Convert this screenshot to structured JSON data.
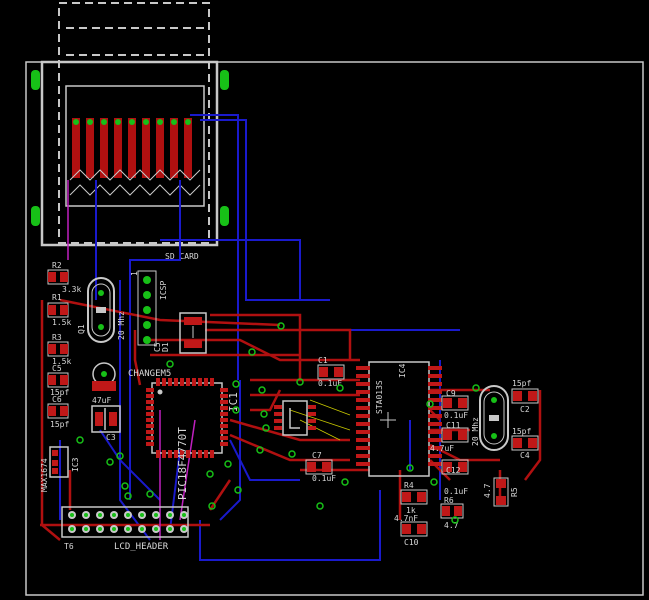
{
  "board": {
    "colors": {
      "background": "#000000",
      "outline": "#c8c8c8",
      "top_trace": "#b01010",
      "bottom_trace": "#1a1acc",
      "pad": "#c01818",
      "via": "#17c017",
      "silk": "#d8d8d8",
      "airwire": "#c8c800",
      "magenta_trace": "#c020c0"
    }
  },
  "components": {
    "sd_card": "SD_CARD",
    "r2": "R2",
    "r2_val": "3.3k",
    "r1": "R1",
    "r1_val": "1.5k",
    "r3": "R3",
    "r3_val": "1.5k",
    "c5": "C5",
    "c5_val": "15pf",
    "c6": "C6",
    "c6_val": "15pf",
    "q1": "Q1",
    "q1_val": "20 Mhz",
    "icsp": "ICSP",
    "icsp_pin1": "1",
    "d1": "D1",
    "d1_val": "C5",
    "changem5": "CHANGEM5",
    "c3": "C3",
    "c3_val": "47uF",
    "ic3": "IC3",
    "ic3_val": "MAX1674",
    "ic1": "IC1",
    "ic1_val": "PIC18F4770T",
    "c1": "C1",
    "c1_val": "0.1uF",
    "c7": "C7",
    "c7_val": "0.1uF",
    "ic4": "IC4",
    "ic4_val": "STA013S",
    "c9": "C9",
    "c9_val": "0.1uF",
    "c11": "C11",
    "c11_val": "4.7uF",
    "c12": "C12",
    "c12_val": "0.1uF",
    "q2_val": "20 Mhz",
    "c2": "C2",
    "c2_val": "15pf",
    "c4": "C4",
    "c4_val": "15pf",
    "r4": "R4",
    "r4_val": "1k",
    "r5": "R5",
    "r5_val": "4.7",
    "r6": "R6",
    "r6_val": "4.7",
    "c10": "C10",
    "c10_val": "4.7nF",
    "t6": "T6",
    "lcd_header": "LCD_HEADER"
  }
}
